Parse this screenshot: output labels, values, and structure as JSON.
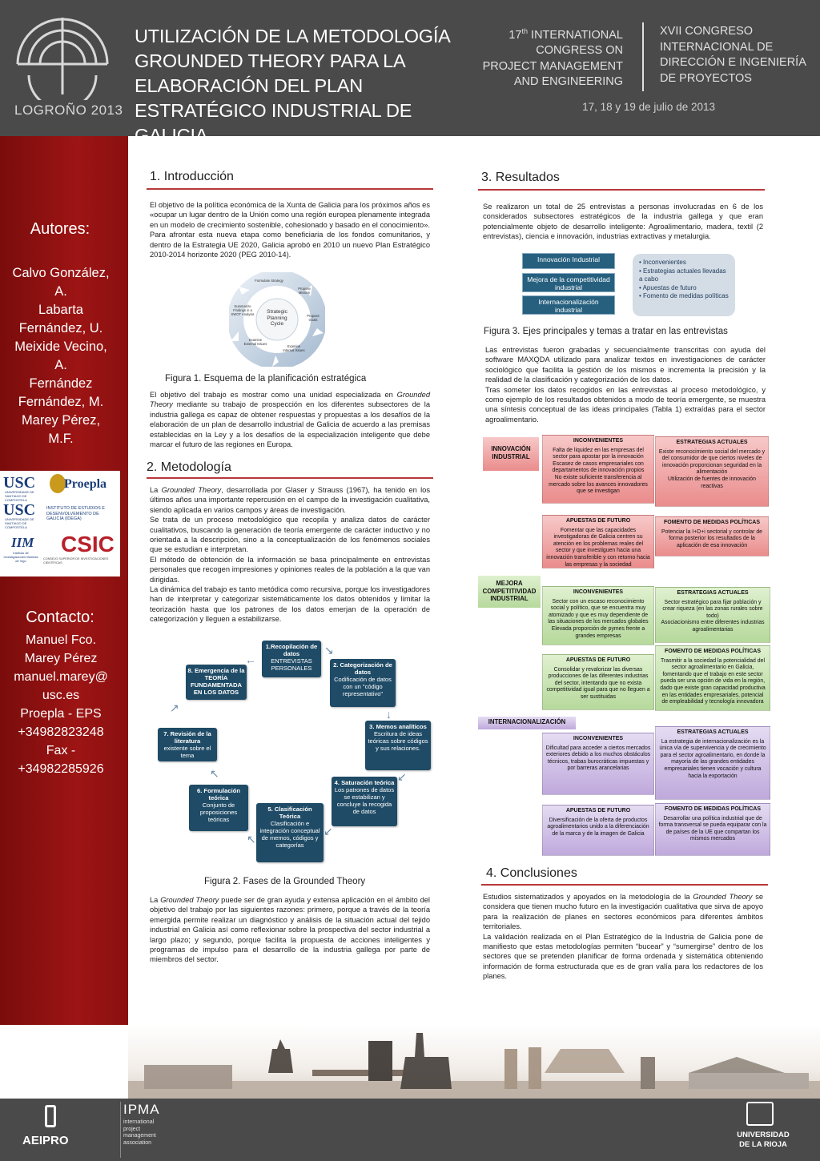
{
  "header": {
    "city": "LOGROÑO 2013",
    "title_lines": [
      "UTILIZACIÓN DE LA METODOLOGÍA",
      "GROUNDED THEORY PARA LA",
      "ELABORACIÓN DEL PLAN",
      "ESTRATÉGICO INDUSTRIAL DE GALICIA"
    ],
    "congress_en": {
      "ordinal": "17",
      "sup": "th",
      "line1": "INTERNATIONAL",
      "line2": "CONGRESS ON",
      "line3": "PROJECT MANAGEMENT",
      "line4": "AND ENGINEERING"
    },
    "congress_es": [
      "XVII CONGRESO",
      "INTERNACIONAL DE",
      "DIRECCIÓN E INGENIERÍA",
      "DE PROYECTOS"
    ],
    "dates": "17, 18 y 19 de julio de 2013"
  },
  "sidebar": {
    "authors_title": "Autores:",
    "authors_lines": [
      "Calvo González,",
      "A.",
      "Labarta",
      "Fernández, U.",
      "Meixide Vecino,",
      "A.",
      "Fernández",
      "Fernández, M.",
      "Marey Pérez,",
      "M.F."
    ],
    "logos": {
      "usc1": "USC",
      "usc1_sub": "UNIVERSIDADE DE SANTIAGO DE COMPOSTELA",
      "proepla": "Proepla",
      "usc2": "USC",
      "usc2_sub": "UNIVERSIDADE DE SANTIAGO DE COMPOSTELA",
      "idega": "INSTITUTO DE ESTUDIOS E DESENVOLVEMENTO DE GALICIA (IDEGA)",
      "iim": "IIM",
      "iim_sub": "Instituto de Investigaciones Marinas de Vigo",
      "csic": "CSIC",
      "csic_sub": "CONSEJO SUPERIOR DE INVESTIGACIONES CIENTÍFICAS"
    },
    "contact_title": "Contacto:",
    "contact_lines": [
      "Manuel Fco.",
      "Marey Pérez",
      "manuel.marey@",
      "usc.es",
      "Proepla  - EPS",
      "+34982823248",
      "Fax -",
      "+34982285926"
    ]
  },
  "intro": {
    "title": "1. Introducción",
    "p1": "El objetivo de la política económica de la Xunta de Galicia para los próximos años es «ocupar un lugar dentro de la Unión como una región europea plenamente integrada en un modelo de crecimiento sostenible, cohesionado y basado en el conocimiento». Para afrontar esta nueva etapa como beneficiaria de los fondos comunitarios, y dentro de la Estrategia UE 2020, Galicia aprobó en 2010 un nuevo Plan Estratégico 2010-2014 horizonte 2020 (PEG 2010-14).",
    "cycle_center": [
      "Strategic",
      "Planning",
      "Cycle"
    ],
    "cycle_steps": [
      "Formulate Strategy",
      "Propose Mission",
      "Propose Goals",
      "Examine Internal Issues",
      "Examine External Issues",
      "Summarize Findings in a SWOT Analysis"
    ],
    "fig1_caption": "Figura 1. Esquema de la planificación estratégica",
    "p2_a": "El objetivo del trabajo es mostrar como una unidad especializada en ",
    "p2_em": "Grounded Theory",
    "p2_b": "  mediante su trabajo de prospección en los diferentes subsectores de la industria gallega es capaz de obtener respuestas y propuestas a los desafíos de la elaboración de un plan de desarrollo industrial de Galicia de acuerdo a las premisas establecidas en la Ley y a los desafíos de la especialización inteligente que debe marcar el futuro de las regiones en Europa."
  },
  "method": {
    "title": "2. Metodología",
    "p1_a": "La ",
    "p1_em": "Grounded Theory",
    "p1_b": ", desarrollada por Glaser y Strauss (1967), ha tenido en los últimos años una importante repercusión en el campo de la investigación cualitativa, siendo aplicada en varios campos y áreas de investigación.",
    "p2": "Se trata de un proceso metodológico que recopila y analiza  datos de carácter cualitativos, buscando la generación de teoría emergente de carácter inductivo y no orientada a la descripción, sino a la conceptualización de los fenómenos sociales que se estudian e interpretan.",
    "p3": "El método de obtención de la información se basa principalmente en entrevistas personales que recogen impresiones y opiniones reales de la población a la que van dirigidas.",
    "p4": "La dinámica del trabajo es tanto metódica como recursiva, porque los investigadores han de interpretar y categorizar sistemáticamente los datos obtenidos y limitar la teorización hasta que los patrones de los datos emerjan de la operación de categorización y lleguen a estabilizarse.",
    "steps": [
      {
        "title": "1.Recopilación de datos",
        "body": "ENTREVISTAS PERSONALES"
      },
      {
        "title": "2. Categorización de datos",
        "body": "Codificación de datos con un \"código representativo\""
      },
      {
        "title": "3. Memos analíticos",
        "body": "Escritura de ideas teóricas sobre códigos y sus relaciones."
      },
      {
        "title": "4. Saturación teórica",
        "body": "Los patrones de datos se estabilizan y concluye la recogida de datos"
      },
      {
        "title": "5. Clasificación Teórica",
        "body": "Clasificación e integración conceptual de memos, códigos y categorías"
      },
      {
        "title": "6. Formulación teórica",
        "body": "Conjunto de proposiciones teóricas"
      },
      {
        "title": "7. Revisión de la literatura",
        "body": "existente sobre el tema"
      },
      {
        "title": "8. Emergencia de la TEORÍA FUNDAMENTADA EN LOS DATOS",
        "body": ""
      }
    ],
    "fig2_caption": "Figura 2. Fases de la Grounded Theory",
    "p5_a": "La ",
    "p5_em": "Grounded Theory",
    "p5_b": " puede ser de gran ayuda y extensa aplicación en el ámbito del objetivo del trabajo por las siguientes razones: primero, porque a través de la teoría emergida permite realizar un diagnóstico y análisis de la situación actual del tejido industrial en Galicia así como reflexionar sobre la prospectiva del sector industrial a largo plazo; y segundo, porque facilita la propuesta de acciones inteligentes y programas de impulso para el desarrollo de la industria gallega por parte de miembros del sector."
  },
  "results": {
    "title": "3. Resultados",
    "p1": "Se realizaron un total de 25 entrevistas a personas involucradas en 6 de los considerados subsectores estratégicos de la industria gallega y que eran potencialmente objeto de desarrollo inteligente: Agroalimentario, madera, textil (2 entrevistas), ciencia e innovación, industrias extractivas y metalurgia.",
    "fig3_left": [
      "Innovación Industrial",
      "Mejora de la competitividad industrial",
      "Internacionalización industrial"
    ],
    "fig3_right": [
      "Inconvenientes",
      "Estrategias actuales llevadas a cabo",
      "Apuestas de futuro",
      "Fomento de medidas políticas"
    ],
    "fig3_caption": "Figura 3. Ejes principales y temas a tratar en las entrevistas",
    "p2": "Las entrevistas fueron grabadas y secuencialmente transcritas con ayuda del software MAXQDA utilizado para analizar textos en investigaciones de carácter sociológico que facilita la gestión de los mismos e incrementa la precisión y la realidad de la clasificación y categorización de los datos.",
    "p3": "Tras someter los datos recogidos en las entrevistas al proceso metodológico, y como ejemplo de los resultados obtenidos a modo de teoría emergente, se muestra una síntesis conceptual de las ideas principales (Tabla 1) extraídas para el sector agroalimentario.",
    "table": [
      {
        "label": "INNOVACIÓN INDUSTRIAL",
        "inconv_title": "INCONVENIENTES",
        "inconv": "Falta de liquidez en las empresas del sector para apostar por la innovación\nEscasez de casos empresariales con departamentos de innovación propios\nNo existe suficiente transferencia al mercado sobre los avances innovadores que se investigan",
        "estr_title": "ESTRATEGIAS ACTUALES",
        "estr": "Existe reconocimiento social del mercado y del consumidor de que ciertos niveles de innovación proporcionan seguridad en la alimentación\nUtilización de fuentes de innovación reactivas",
        "apuestas_title": "APUESTAS DE FUTURO",
        "apuestas": "Fomentar que las capacidades investigadoras de Galicia centren su atención en los problemas reales del sector y que investiguen hacia una innovación transferible y con retorno hacia las empresas y la sociedad",
        "fomento_title": "FOMENTO DE MEDIDAS POLÍTICAS",
        "fomento": "Potenciar la I+D+i sectorial y controlar de forma posterior los resultados de la aplicación de esa innovación"
      },
      {
        "label": "MEJORA COMPETITIVIDAD INDUSTRIAL",
        "inconv_title": "INCONVENIENTES",
        "inconv": "Sector con un escaso reconocimiento social y político, que se encuentra muy atomizado y que es muy dependiente de las situaciones de los mercados globales\nElevada proporción de pymes frente a grandes empresas",
        "estr_title": "ESTRATEGIAS ACTUALES",
        "estr": "Sector estratégico para fijar población y crear riqueza (en las zonas rurales sobre todo)\nAsociacionismo entre diferentes industrias agroalimentarias",
        "apuestas_title": "APUESTAS DE FUTURO",
        "apuestas": "Consolidar y revalorizar las diversas producciones de las diferentes industrias del sector, intentando que no exista competitividad igual para que no lleguen a ser sustituidas",
        "fomento_title": "FOMENTO DE MEDIDAS POLÍTICAS",
        "fomento": "Trasmitir a la sociedad la potencialidad del sector agroalimentario en Galicia, fomentando que el trabajo en este sector pueda ser una opción de vida en la región, dado que existe gran capacidad productiva en las entidades empresariales, potencial de empleabilidad y tecnología innovadora"
      },
      {
        "label": "INTERNACIONALIZACIÓN",
        "inconv_title": "INCONVENIENTES",
        "inconv": "Dificultad para acceder a ciertos mercados exteriores debido a los muchos obstáculos técnicos, trabas burocráticas impuestas y por barreras arancelarias",
        "estr_title": "ESTRATEGIAS ACTUALES",
        "estr": "La estrategia de internacionalización es la única vía de supervivencia y de crecimiento para el sector agroalimentario, en donde la mayoría de las grandes entidades empresariales tienen vocación y cultura hacia la exportación",
        "apuestas_title": "APUESTAS DE FUTURO",
        "apuestas": "Diversificación de la oferta de productos agroalimentarios unido a la diferenciación de la marca y de la imagen de Galicia",
        "fomento_title": "FOMENTO DE MEDIDAS POLÍTICAS",
        "fomento": "Desarrollar una política industrial que de forma transversal se pueda equiparar con la de países de la UE que compartan los mismos mercados"
      }
    ]
  },
  "conclusions": {
    "title": "4. Conclusiones",
    "p1_a": "Estudios sistematizados y apoyados en la metodología de la ",
    "p1_em": "Grounded Theory",
    "p1_b": " se considera que tienen mucho futuro en la investigación cualitativa que sirva de apoyo para la realización de planes en sectores económicos para diferentes ámbitos territoriales.",
    "p2": "La validación realizada en el Plan Estratégico de la Industria de Galicia pone de manifiesto que estas metodologías permiten “bucear” y “sumergirse” dentro de los sectores que se pretenden planificar de forma ordenada y sistemática obteniendo información de forma estructurada que es de gran valía para los redactores de los planes."
  },
  "footer": {
    "aeipro": "AEIPRO",
    "ipma": "IPMA",
    "ipma_sub": [
      "international",
      "project",
      "management",
      "association"
    ],
    "univ": [
      "UNIVERSIDAD",
      "DE LA RIOJA"
    ]
  },
  "colors": {
    "header_bg": "#4a4a4a",
    "sidebar_red": "#9d1414",
    "section_rule": "#b8393a",
    "diagram_blue": "#1f4b66"
  }
}
